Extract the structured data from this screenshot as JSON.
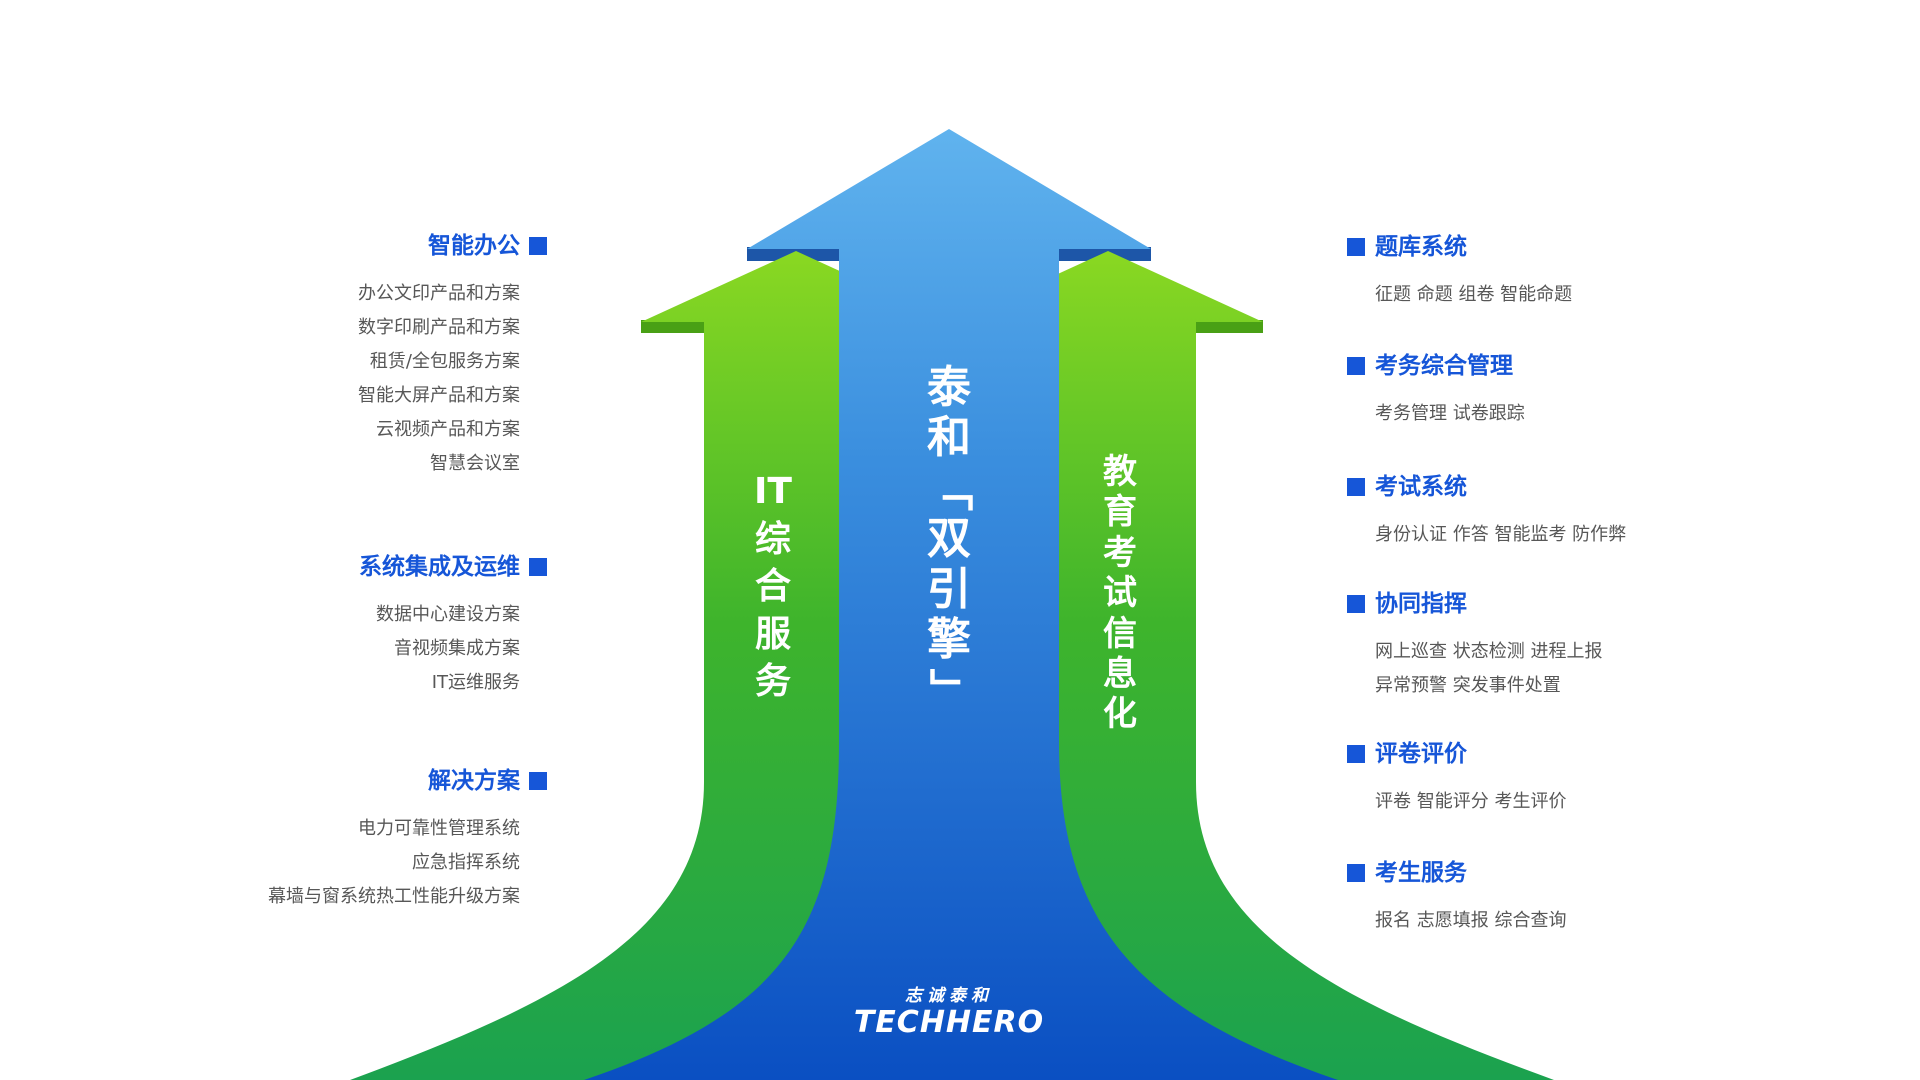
{
  "colors": {
    "heading_blue": "#1656d8",
    "body_text": "#575757",
    "green_light": "#8ad822",
    "green_dark": "#1ba24f",
    "blue_light": "#60b3ee",
    "blue_dark": "#0a4fc2",
    "green_shadow": "#49a015",
    "blue_shadow": "#1d56a8"
  },
  "center_arrow": {
    "label_chars": [
      "泰",
      "和",
      "「",
      "双",
      "引",
      "擎",
      "」"
    ]
  },
  "left_arrow": {
    "label_chars": [
      "IT",
      "综",
      "合",
      "服",
      "务"
    ]
  },
  "right_arrow": {
    "label_chars": [
      "教",
      "育",
      "考",
      "试",
      "信",
      "息",
      "化"
    ]
  },
  "left_panel": {
    "groups": [
      {
        "title": "智能办公",
        "items": [
          "办公文印产品和方案",
          "数字印刷产品和方案",
          "租赁/全包服务方案",
          "智能大屏产品和方案",
          "云视频产品和方案",
          "智慧会议室"
        ]
      },
      {
        "title": "系统集成及运维",
        "items": [
          "数据中心建设方案",
          "音视频集成方案",
          "IT运维服务"
        ]
      },
      {
        "title": "解决方案",
        "items": [
          "电力可靠性管理系统",
          "应急指挥系统",
          "幕墙与窗系统热工性能升级方案"
        ]
      }
    ]
  },
  "right_panel": {
    "groups": [
      {
        "title": "题库系统",
        "items": [
          "征题 命题 组卷 智能命题"
        ]
      },
      {
        "title": "考务综合管理",
        "items": [
          "考务管理 试卷跟踪"
        ]
      },
      {
        "title": "考试系统",
        "items": [
          "身份认证 作答 智能监考 防作弊"
        ]
      },
      {
        "title": "协同指挥",
        "items": [
          "网上巡查 状态检测 进程上报",
          "异常预警 突发事件处置"
        ]
      },
      {
        "title": "评卷评价",
        "items": [
          "评卷 智能评分 考生评价"
        ]
      },
      {
        "title": "考生服务",
        "items": [
          "报名 志愿填报 综合查询"
        ]
      }
    ]
  },
  "logo": {
    "cn": "志诚泰和",
    "en": "TECHHERO"
  }
}
